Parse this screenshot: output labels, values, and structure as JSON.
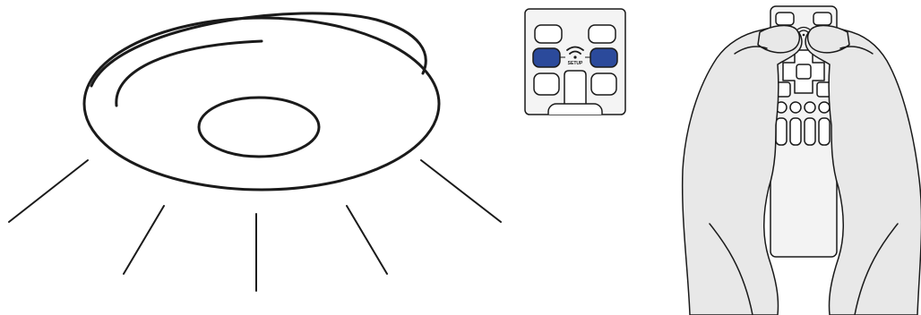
{
  "instruction_diagram": {
    "ceiling_light": {
      "icon": "ceiling-lamp-icon",
      "state": "light-on"
    },
    "remote_closeup": {
      "icon": "remote-control-icon",
      "setup_label": "SETUP",
      "pressed_buttons": [
        "left-of-setup",
        "right-of-setup"
      ],
      "highlight_color": "#2b4a9b"
    },
    "hands_remote": {
      "icon": "hands-holding-remote-icon",
      "hand_fill": "#e8e8e8",
      "remote_fill": "#f3f3f3"
    },
    "colors": {
      "stroke": "#1a1a1a",
      "background": "#ffffff"
    }
  }
}
